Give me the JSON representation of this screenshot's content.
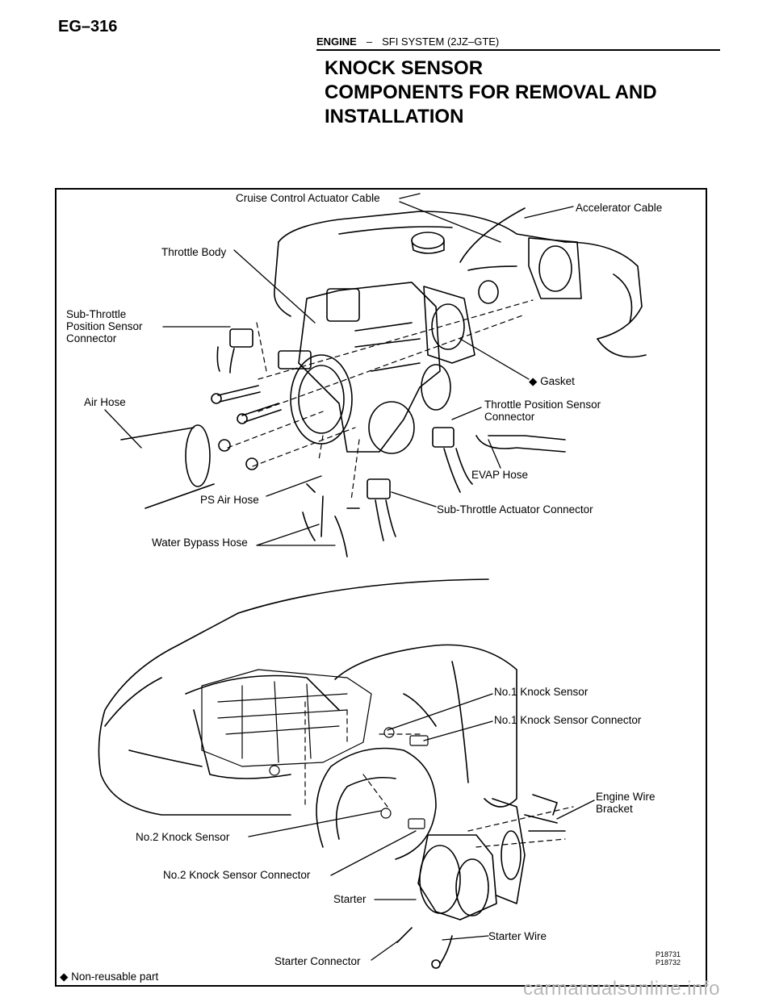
{
  "header": {
    "page_id": "EG–316",
    "section": "ENGINE",
    "separator": "–",
    "subsection": "SFI SYSTEM (2JZ–GTE)"
  },
  "title_lines": [
    "KNOCK SENSOR",
    "COMPONENTS FOR REMOVAL AND",
    "INSTALLATION"
  ],
  "labels": {
    "cruise_cable": "Cruise Control Actuator Cable",
    "accel_cable": "Accelerator Cable",
    "throttle_body": "Throttle Body",
    "sub_throttle_1": "Sub-Throttle",
    "sub_throttle_2": "Position Sensor",
    "sub_throttle_3": "Connector",
    "gasket": "◆ Gasket",
    "air_hose": "Air Hose",
    "tps_1": "Throttle Position Sensor",
    "tps_2": "Connector",
    "evap": "EVAP Hose",
    "ps_air": "PS Air Hose",
    "sub_act": "Sub-Throttle Actuator Connector",
    "water_bypass": "Water Bypass Hose",
    "ks1": "No.1 Knock Sensor",
    "ks1_conn": "No.1 Knock Sensor Connector",
    "eng_wire_1": "Engine Wire",
    "eng_wire_2": "Bracket",
    "ks2": "No.2 Knock Sensor",
    "ks2_conn": "No.2 Knock Sensor Connector",
    "starter": "Starter",
    "starter_wire": "Starter Wire",
    "starter_conn": "Starter Connector",
    "fig_code_1": "P18731",
    "fig_code_2": "P18732",
    "legend": "◆ Non-reusable part"
  },
  "watermark": "carmanualsonline.info"
}
